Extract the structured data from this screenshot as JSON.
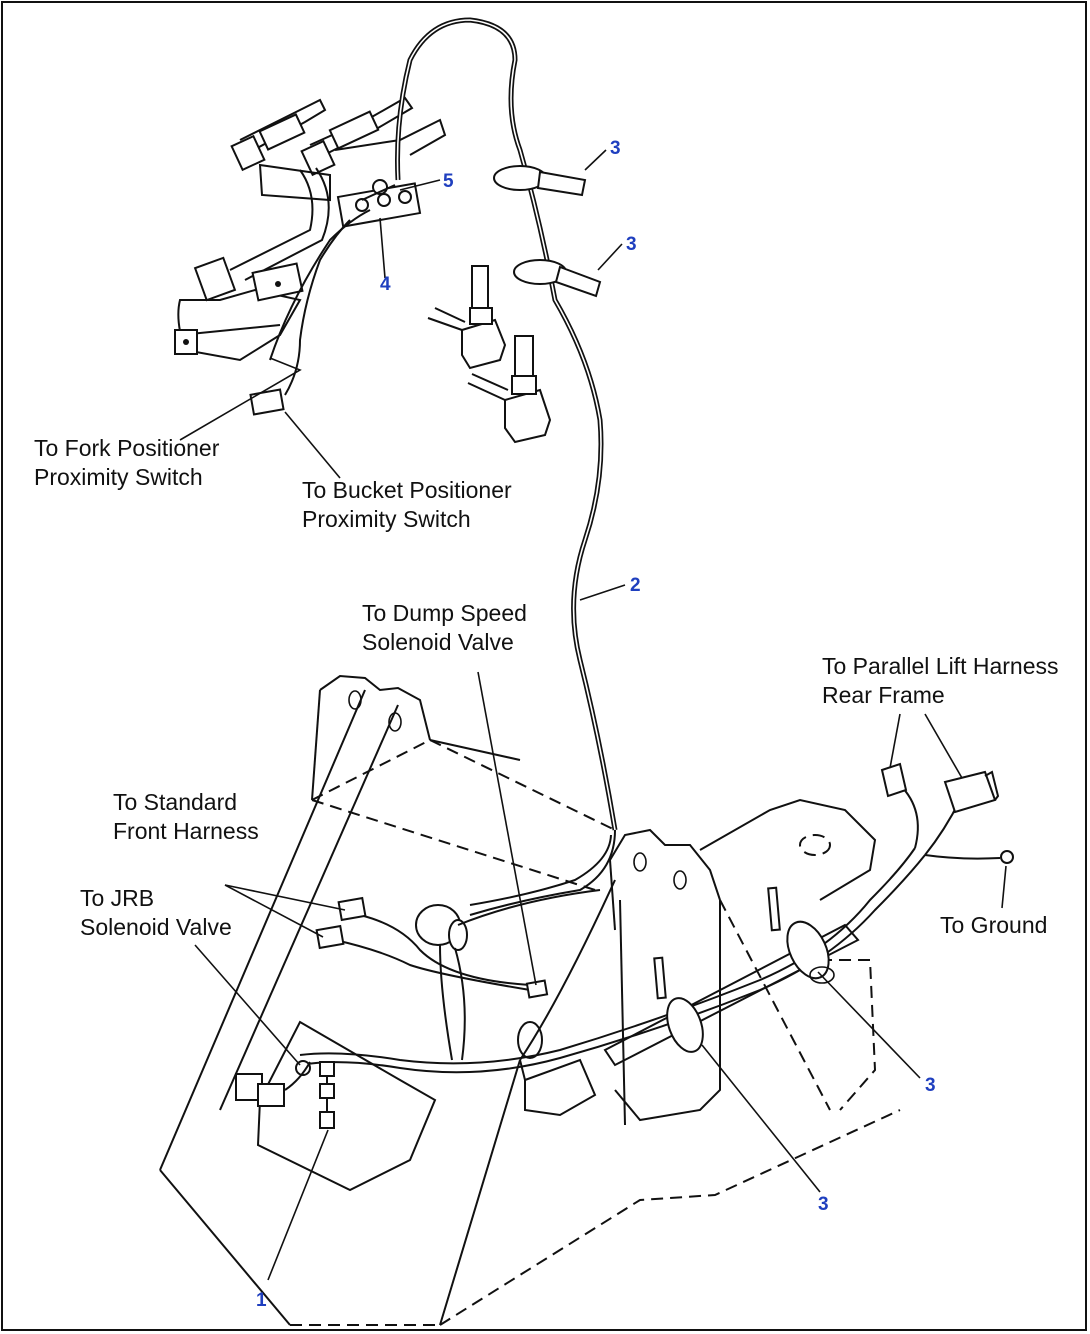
{
  "labels": {
    "fork_positioner": [
      "To Fork Positioner",
      "Proximity Switch"
    ],
    "bucket_positioner": [
      "To Bucket Positioner",
      "Proximity Switch"
    ],
    "dump_speed": [
      "To Dump Speed",
      "Solenoid Valve"
    ],
    "parallel_lift": [
      "To Parallel Lift Harness",
      "Rear Frame"
    ],
    "standard_front": [
      "To Standard",
      "Front Harness"
    ],
    "jrb_valve": [
      "To JRB",
      "Solenoid Valve"
    ],
    "ground": "To Ground"
  },
  "callouts": {
    "c1": "1",
    "c2": "2",
    "c3a": "3",
    "c3b": "3",
    "c3c": "3",
    "c3d": "3",
    "c4": "4",
    "c5": "5"
  }
}
